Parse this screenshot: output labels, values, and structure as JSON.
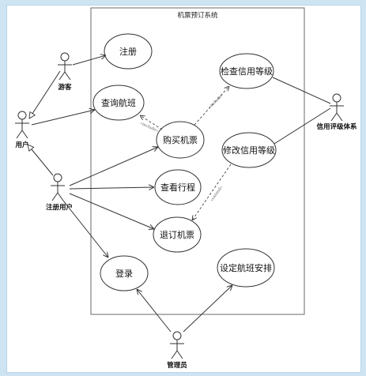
{
  "system": {
    "title": "机票预订系统"
  },
  "actors": {
    "passenger": "游客",
    "user": "用户",
    "registered_user": "注册用户",
    "credit_system": "信用评级体系",
    "admin": "管理员"
  },
  "use_cases": {
    "register": "注册",
    "query_flights": "查询航班",
    "buy_ticket": "购买机票",
    "check_credit": "检查信用等级",
    "modify_credit": "修改信用等级",
    "view_itinerary": "查看行程",
    "refund_ticket": "退订机票",
    "login": "登录",
    "set_schedule": "设定航班安排"
  },
  "stereotypes": {
    "include_check": "«include»",
    "include_query": "«include»",
    "extend_modify": "«extend»"
  },
  "colors": {
    "background": "#cfe4f3",
    "line": "#333333"
  }
}
